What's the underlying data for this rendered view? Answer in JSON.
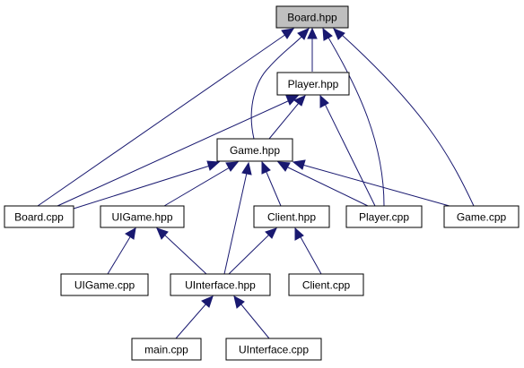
{
  "diagram": {
    "colors": {
      "edge": "#191970",
      "node_fill": "#ffffff",
      "root_fill": "#bfbfbf",
      "border": "#000000"
    },
    "nodes": {
      "board_hpp": "Board.hpp",
      "player_hpp": "Player.hpp",
      "game_hpp": "Game.hpp",
      "board_cpp": "Board.cpp",
      "uigame_hpp": "UIGame.hpp",
      "client_hpp": "Client.hpp",
      "player_cpp": "Player.cpp",
      "game_cpp": "Game.cpp",
      "uigame_cpp": "UIGame.cpp",
      "uinterface_hpp": "UInterface.hpp",
      "client_cpp": "Client.cpp",
      "main_cpp": "main.cpp",
      "uinterface_cpp": "UInterface.cpp"
    },
    "edges": [
      {
        "from": "player_hpp",
        "to": "board_hpp"
      },
      {
        "from": "game_hpp",
        "to": "board_hpp"
      },
      {
        "from": "board_cpp",
        "to": "board_hpp"
      },
      {
        "from": "player_cpp",
        "to": "board_hpp"
      },
      {
        "from": "game_cpp",
        "to": "board_hpp"
      },
      {
        "from": "game_hpp",
        "to": "player_hpp"
      },
      {
        "from": "board_cpp",
        "to": "player_hpp"
      },
      {
        "from": "player_cpp",
        "to": "player_hpp"
      },
      {
        "from": "board_cpp",
        "to": "game_hpp"
      },
      {
        "from": "uigame_hpp",
        "to": "game_hpp"
      },
      {
        "from": "uinterface_hpp",
        "to": "game_hpp"
      },
      {
        "from": "client_hpp",
        "to": "game_hpp"
      },
      {
        "from": "player_cpp",
        "to": "game_hpp"
      },
      {
        "from": "game_cpp",
        "to": "game_hpp"
      },
      {
        "from": "uigame_cpp",
        "to": "uigame_hpp"
      },
      {
        "from": "uinterface_hpp",
        "to": "uigame_hpp"
      },
      {
        "from": "uinterface_hpp",
        "to": "client_hpp"
      },
      {
        "from": "client_cpp",
        "to": "client_hpp"
      },
      {
        "from": "main_cpp",
        "to": "uinterface_hpp"
      },
      {
        "from": "uinterface_cpp",
        "to": "uinterface_hpp"
      }
    ]
  }
}
